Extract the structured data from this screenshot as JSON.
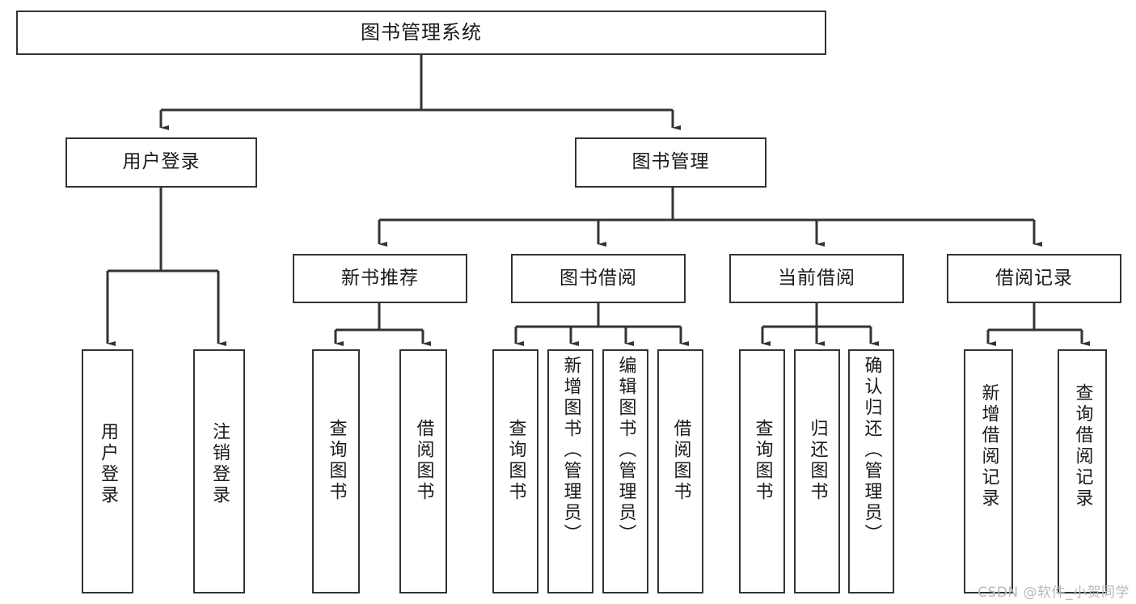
{
  "diagram": {
    "title_node": {
      "label": "图书管理系统"
    },
    "level2": [
      {
        "id": "user-login",
        "label": "用户登录"
      },
      {
        "id": "book-management",
        "label": "图书管理"
      }
    ],
    "level3": [
      {
        "id": "new-book-recommend",
        "label": "新书推荐"
      },
      {
        "id": "book-borrow",
        "label": "图书借阅"
      },
      {
        "id": "current-borrow",
        "label": "当前借阅"
      },
      {
        "id": "borrow-record",
        "label": "借阅记录"
      }
    ],
    "leaves": [
      {
        "id": "leaf-user-login",
        "label": "用户登录"
      },
      {
        "id": "leaf-logout-login",
        "label": "注销登录"
      },
      {
        "id": "leaf-query-book-1",
        "label": "查询图书"
      },
      {
        "id": "leaf-borrow-book-1",
        "label": "借阅图书"
      },
      {
        "id": "leaf-query-book-2",
        "label": "查询图书"
      },
      {
        "id": "leaf-add-book-admin",
        "label": "新增图书（管理员）"
      },
      {
        "id": "leaf-edit-book-admin",
        "label": "编辑图书（管理员）"
      },
      {
        "id": "leaf-borrow-book-2",
        "label": "借阅图书"
      },
      {
        "id": "leaf-query-book-3",
        "label": "查询图书"
      },
      {
        "id": "leaf-return-book",
        "label": "归还图书"
      },
      {
        "id": "leaf-confirm-return-admin",
        "label": "确认归还（管理员）"
      },
      {
        "id": "leaf-add-borrow-record",
        "label": "新增借阅记录"
      },
      {
        "id": "leaf-query-borrow-record",
        "label": "查询借阅记录"
      }
    ],
    "watermark": "CSDN @软件_小贺同学",
    "colors": {
      "border": "#333333",
      "background": "#ffffff",
      "text": "#1a1a1a",
      "connector": "#333333",
      "watermark": "#b9b9b9"
    }
  }
}
